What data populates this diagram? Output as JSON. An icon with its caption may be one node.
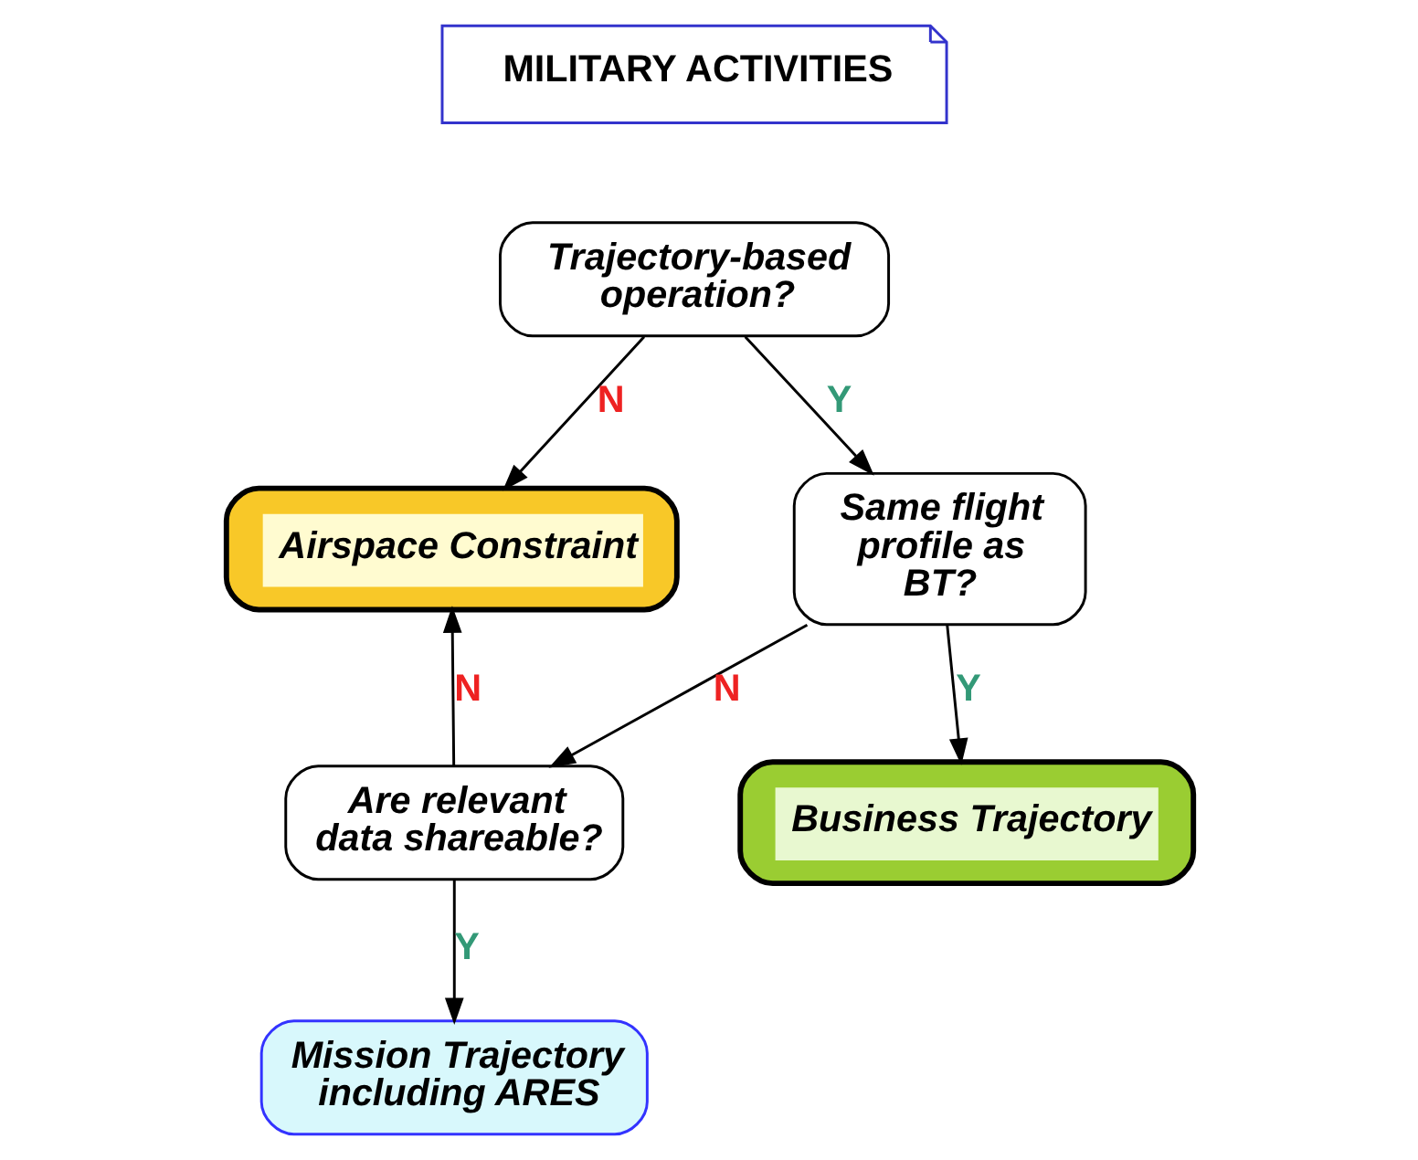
{
  "diagram": {
    "nodes": [
      {
        "text": [
          "MILITARY ACTIVITIES"
        ]
      },
      {
        "text": [
          "Trajectory-based operation?"
        ]
      },
      {
        "text": [
          "Airspace Constraint"
        ]
      },
      {
        "text": [
          "Same flight profile as BT?"
        ]
      },
      {
        "text": [
          "Are relevant data shareable?"
        ]
      },
      {
        "text": [
          "Business Trajectory"
        ]
      },
      {
        "text": [
          "Mission Trajectory including ARES"
        ]
      }
    ],
    "edges": [
      {
        "from": 1,
        "to": 2,
        "arrow": "to",
        "label": "N"
      },
      {
        "from": 1,
        "to": 3,
        "arrow": "to",
        "label": "Y"
      },
      {
        "from": 3,
        "to": 4,
        "arrow": "to",
        "label": "N"
      },
      {
        "from": 3,
        "to": 5,
        "arrow": "to",
        "label": "Y"
      },
      {
        "from": 4,
        "to": 2,
        "arrow": "to",
        "label": "N"
      },
      {
        "from": 4,
        "to": 6,
        "arrow": "to",
        "label": "Y"
      }
    ]
  }
}
